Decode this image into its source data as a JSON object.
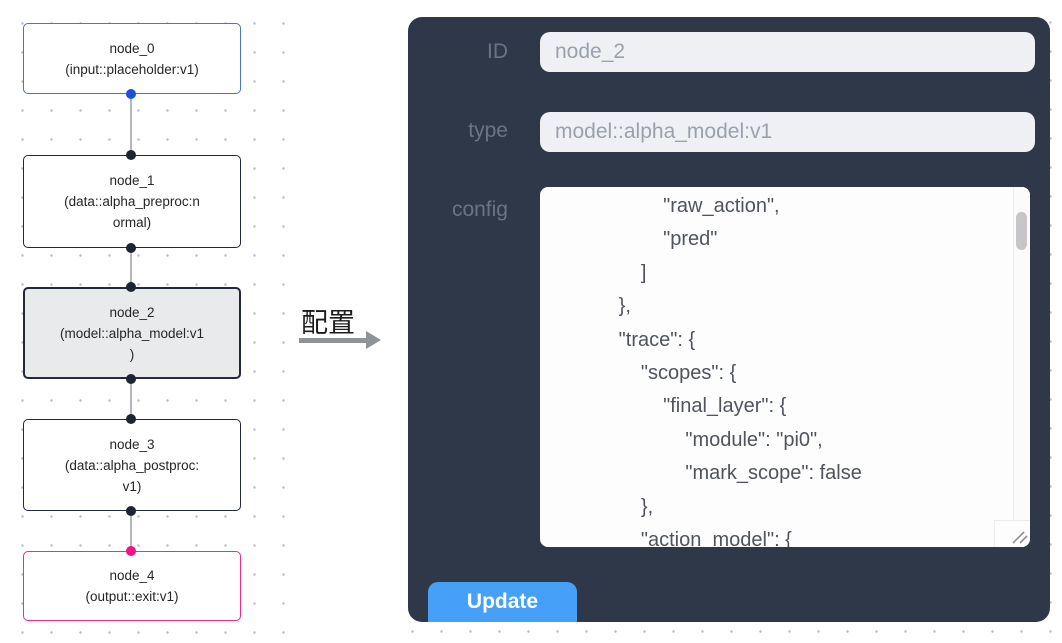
{
  "flow": {
    "nodes": [
      {
        "id": "node_0",
        "lines": [
          "node_0",
          "(input::placeholder:v1)"
        ]
      },
      {
        "id": "node_1",
        "lines": [
          "node_1",
          "(data::alpha_preproc:n",
          "ormal)"
        ]
      },
      {
        "id": "node_2",
        "lines": [
          "node_2",
          "(model::alpha_model:v1",
          ")"
        ]
      },
      {
        "id": "node_3",
        "lines": [
          "node_3",
          "(data::alpha_postproc:",
          "v1)"
        ]
      },
      {
        "id": "node_4",
        "lines": [
          "node_4",
          "(output::exit:v1)"
        ]
      }
    ]
  },
  "annotation": {
    "label": "配置"
  },
  "panel": {
    "id_field": {
      "label": "ID",
      "value": "node_2"
    },
    "type_field": {
      "label": "type",
      "value": "model::alpha_model:v1"
    },
    "config_field": {
      "label": "config",
      "lines": [
        "                    \"raw_action\",",
        "                    \"pred\"",
        "                ]",
        "            },",
        "            \"trace\": {",
        "                \"scopes\": {",
        "                    \"final_layer\": {",
        "                        \"module\": \"pi0\",",
        "                        \"mark_scope\": false",
        "                },",
        "                \"action_model\": {"
      ]
    },
    "update_label": "Update"
  },
  "colors": {
    "panel_bg": "#2e3848",
    "accent_blue": "#47a0f8",
    "node_selected_bg": "#e9eaeb",
    "node_border_default": "#23283b",
    "node_border_input": "#4b73c6",
    "node_border_output": "#ee2e88",
    "port_blue": "#1d52d8",
    "port_dark": "#1f2433",
    "port_pink": "#f1128c"
  }
}
